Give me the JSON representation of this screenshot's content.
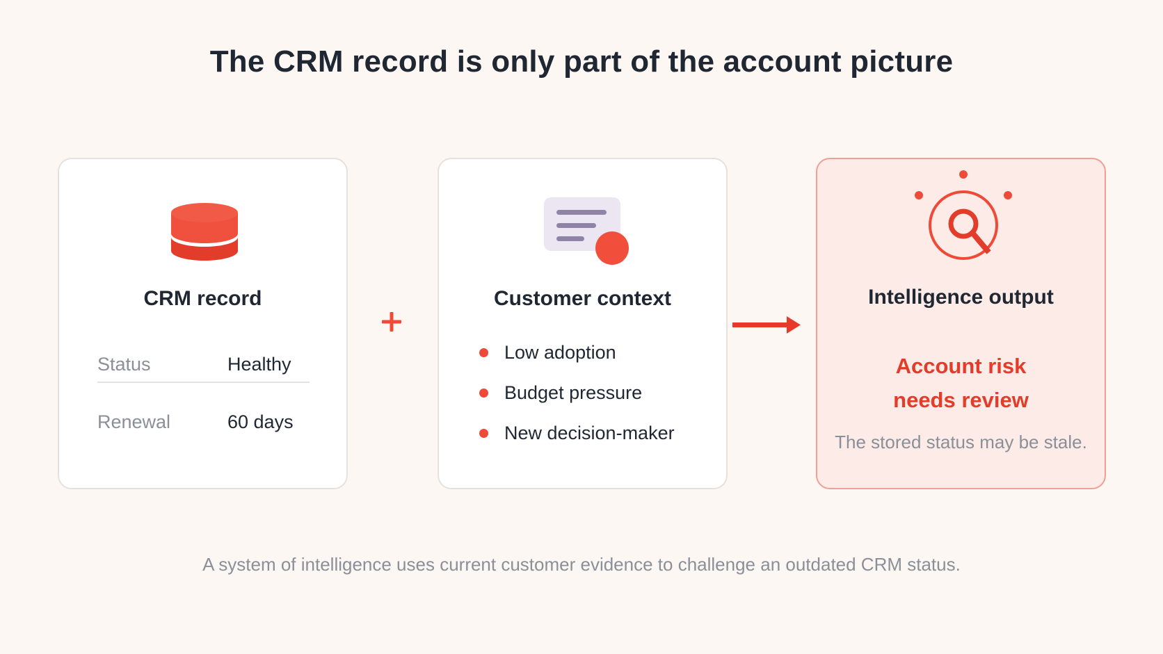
{
  "title": "The CRM record is only part of the account picture",
  "colors": {
    "background": "#fdf7f4",
    "accent": "#ef4a38",
    "accent_dark": "#e23d2b",
    "output_card_fill": "#fdebe7",
    "output_card_border": "#ef9f93",
    "muted_text": "#8a8f98",
    "dark_text": "#1f2733",
    "doc_icon_fill": "#ece6f3",
    "doc_icon_lines": "#8f84a7"
  },
  "cards": {
    "crm": {
      "icon": "database-icon",
      "heading": "CRM record",
      "fields": [
        {
          "label": "Status",
          "value": "Healthy"
        },
        {
          "label": "Renewal",
          "value": "60 days"
        }
      ]
    },
    "context": {
      "icon": "document-icon",
      "heading": "Customer context",
      "items": [
        "Low adoption",
        "Budget pressure",
        "New decision-maker"
      ]
    },
    "output": {
      "icon": "insight-search-icon",
      "heading": "Intelligence output",
      "headline_line1": "Account risk",
      "headline_line2": "needs review",
      "note": "The stored status may be stale."
    }
  },
  "connectors": {
    "first": "plus-icon",
    "second": "arrow-right-icon"
  },
  "caption": "A system of intelligence uses current customer evidence to challenge an outdated CRM status."
}
